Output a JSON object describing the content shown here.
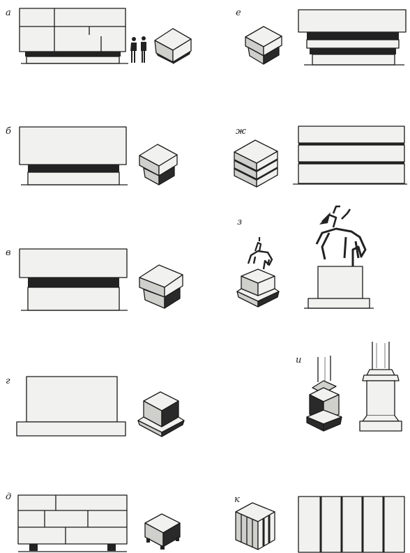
{
  "figure": {
    "labels": {
      "a": "а",
      "b": "б",
      "v": "в",
      "g": "г",
      "d": "д",
      "e": "е",
      "zh": "ж",
      "z": "з",
      "i": "и",
      "k": "к"
    },
    "colors": {
      "ink": "#1a1a1a",
      "paper": "#ffffff",
      "face_light": "#f1f1ef",
      "face_mid": "#cfcfcb",
      "face_dark": "#2a2a2a"
    },
    "icons": [
      "human-figures-icon",
      "equestrian-statue-icon",
      "column-base-icon"
    ]
  }
}
